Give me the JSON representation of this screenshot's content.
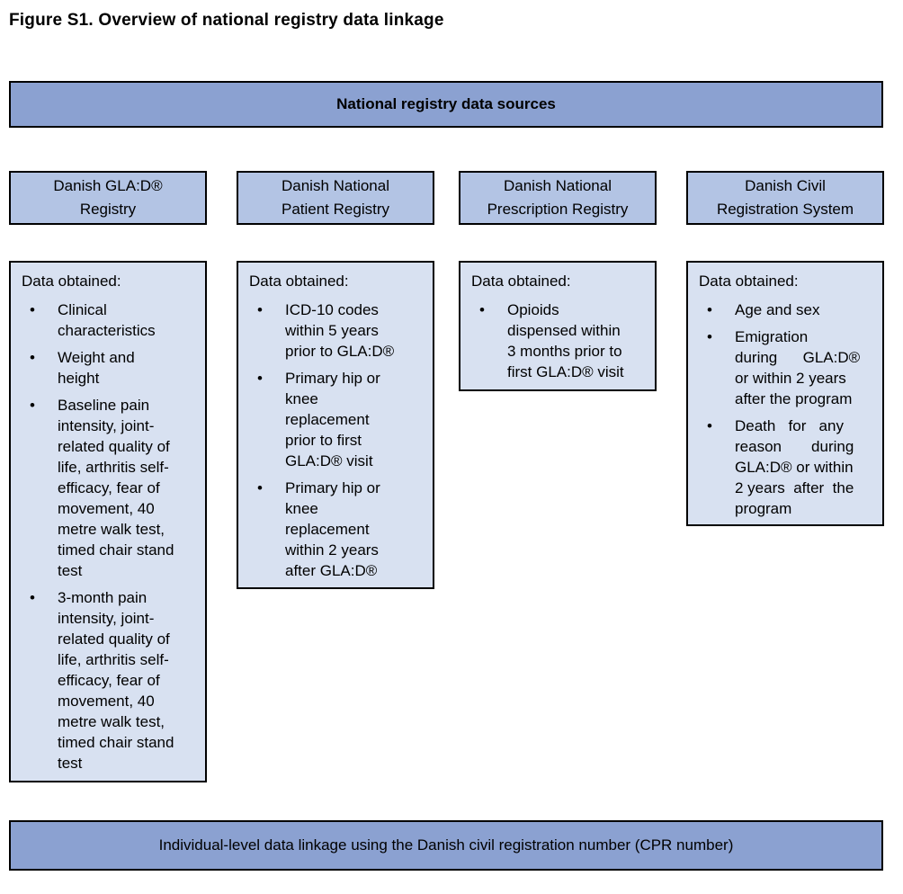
{
  "bullet_char": "•",
  "title": "Figure S1. Overview of national registry data linkage",
  "banners": {
    "top": "National registry data sources",
    "bottom": "Individual-level data linkage using the Danish civil registration number (CPR number)"
  },
  "colors": {
    "banner_fill": "#8BA1D1",
    "header_fill": "#B3C4E4",
    "detail_fill": "#D8E1F1",
    "line": "#000000",
    "ink": "#000000"
  },
  "columns": [
    {
      "header": "Danish GLA:D®\nRegistry",
      "data_obtained": "Data obtained:",
      "items": [
        "Clinical\ncharacteristics",
        "Weight and\nheight",
        "Baseline pain\nintensity, joint-\nrelated quality of\nlife, arthritis self-\nefficacy, fear of\nmovement, 40\nmetre walk test,\ntimed chair stand\ntest",
        "3-month pain\nintensity, joint-\nrelated quality of\nlife, arthritis self-\nefficacy, fear of\nmovement, 40\nmetre walk test,\ntimed chair stand\ntest"
      ]
    },
    {
      "header": "Danish National\nPatient Registry",
      "data_obtained": "Data obtained:",
      "items": [
        "ICD-10 codes\nwithin 5 years\nprior to GLA:D®",
        "Primary hip or\nknee\nreplacement\nprior to first\nGLA:D® visit",
        "Primary hip or\nknee\nreplacement\nwithin 2 years\nafter GLA:D®"
      ]
    },
    {
      "header": "Danish National\nPrescription Registry",
      "data_obtained": "Data obtained:",
      "items": [
        "Opioids\ndispensed within\n3 months prior to\nfirst GLA:D® visit"
      ]
    },
    {
      "header": "Danish Civil\nRegistration System",
      "data_obtained": "Data obtained:",
      "items": [
        "Age and sex",
        "Emigration\nduring      GLA:D®\nor within 2 years\nafter the program",
        "Death   for   any\nreason       during\nGLA:D® or within\n2 years  after  the\nprogram"
      ]
    }
  ]
}
